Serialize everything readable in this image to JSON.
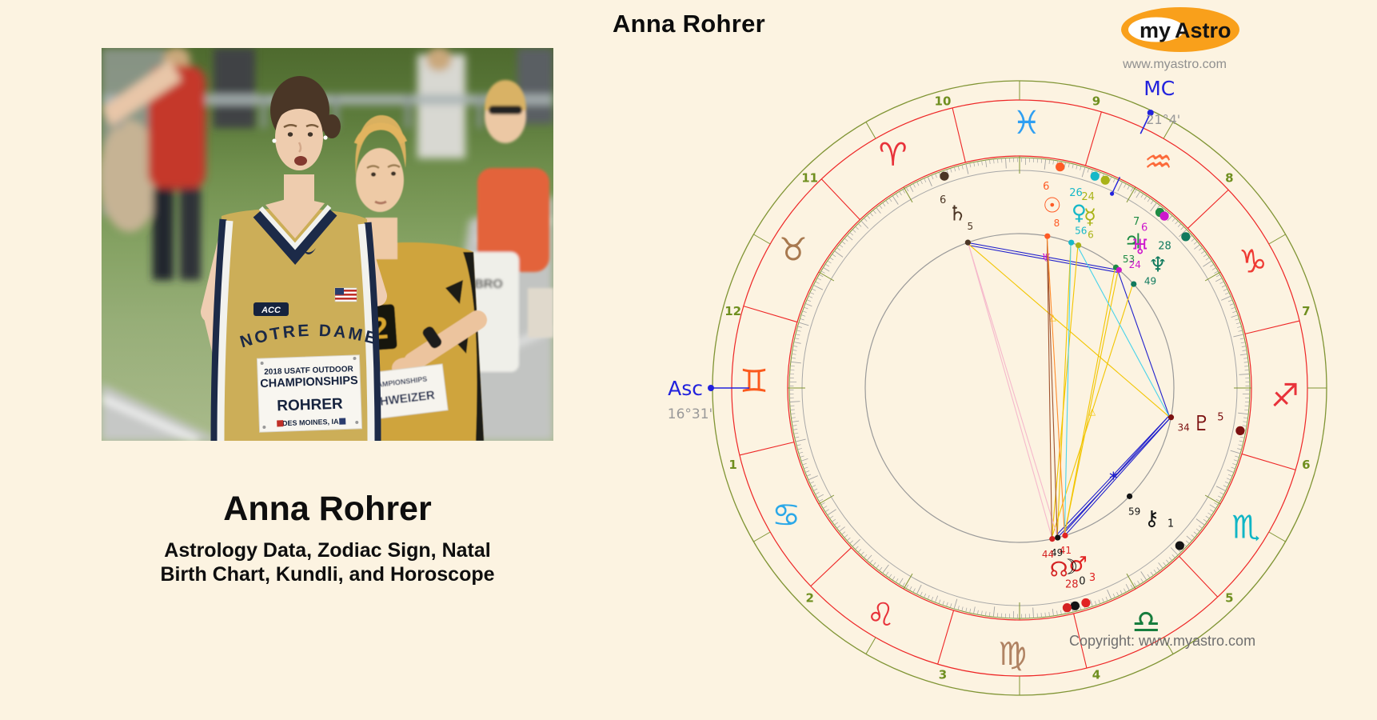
{
  "page": {
    "heading": "Anna Rohrer",
    "copyright": "Copyright: www.myastro.com",
    "background": "#fcf3e1"
  },
  "logo": {
    "my": "my",
    "astro": "Astro",
    "url": "www.myastro.com",
    "orange": "#f9a01b"
  },
  "left": {
    "title": "Anna Rohrer",
    "subtitle_line1": "Astrology Data, Zodiac Sign, Natal",
    "subtitle_line2": "Birth Chart, Kundli, and Horoscope",
    "photo": {
      "jersey": "NOTRE DAME",
      "patch": "ACC",
      "bib_event": "2018 USATF OUTDOOR",
      "bib_event2": "CHAMPIONSHIPS",
      "bib_name": "ROHRER",
      "bib_city": "DES MOINES, IA",
      "bib2_event": "CHAMPIONSHIPS",
      "bib2_name": "SCHWEIZER",
      "jersey2_number": "12",
      "jersey3_text": "BRO"
    }
  },
  "chart": {
    "asc": {
      "label": "Asc",
      "degree": "16°31'",
      "lon": 76.517
    },
    "mc": {
      "label": "MC",
      "degree": "21°4'",
      "lon": 321.067
    },
    "houses": [
      "1",
      "2",
      "3",
      "4",
      "5",
      "6",
      "7",
      "8",
      "9",
      "10",
      "11",
      "12"
    ],
    "signs": [
      {
        "name": "aries",
        "glyph": "♈",
        "color": "#e8323a",
        "start": 0
      },
      {
        "name": "taurus",
        "glyph": "♉",
        "color": "#a8794f",
        "start": 30
      },
      {
        "name": "gemini",
        "glyph": "♊",
        "color": "#fb5a1d",
        "start": 60
      },
      {
        "name": "cancer",
        "glyph": "♋",
        "color": "#2ba8e8",
        "start": 90
      },
      {
        "name": "leo",
        "glyph": "♌",
        "color": "#e8323a",
        "start": 120
      },
      {
        "name": "virgo",
        "glyph": "♍",
        "color": "#b08363",
        "start": 150
      },
      {
        "name": "libra",
        "glyph": "♎",
        "color": "#177d3d",
        "start": 180
      },
      {
        "name": "scorpio",
        "glyph": "♏",
        "color": "#10b5c5",
        "start": 210
      },
      {
        "name": "sagittarius",
        "glyph": "♐",
        "color": "#e8323a",
        "start": 240
      },
      {
        "name": "capricorn",
        "glyph": "♑",
        "color": "#ef3b34",
        "start": 270
      },
      {
        "name": "aquarius",
        "glyph": "♒",
        "color": "#fc6a3a",
        "start": 300
      },
      {
        "name": "pisces",
        "glyph": "♓",
        "color": "#2f9ff2",
        "start": 330
      }
    ],
    "planets": [
      {
        "name": "saturn",
        "glyph": "♄",
        "color": "#4b3524",
        "lon": 6.08,
        "labelLon": 6.1,
        "deg": "6",
        "min": "5"
      },
      {
        "name": "sun",
        "glyph": "☉",
        "color": "#fe5b25",
        "lon": 336.13,
        "labelLon": 336.4,
        "deg": "6",
        "min": "8"
      },
      {
        "name": "venus",
        "glyph": "♀",
        "color": "#16b8c8",
        "lon": 326.93,
        "labelLon": 327.8,
        "deg": "26",
        "min": "56"
      },
      {
        "name": "mercury",
        "glyph": "☿",
        "color": "#a9b318",
        "lon": 324.1,
        "labelLon": 324.2,
        "deg": "24",
        "min": "6"
      },
      {
        "name": "jupiter",
        "glyph": "♃",
        "color": "#1e8c44",
        "lon": 307.88,
        "labelLon": 308.8,
        "deg": "7",
        "min": "53"
      },
      {
        "name": "uranus",
        "glyph": "♅",
        "color": "#cd17cd",
        "lon": 306.4,
        "labelLon": 306.0,
        "deg": "6",
        "min": "24"
      },
      {
        "name": "neptune",
        "glyph": "♆",
        "color": "#107a5e",
        "lon": 298.82,
        "labelLon": 298.3,
        "deg": "28",
        "min": "49"
      },
      {
        "name": "pluto",
        "glyph": "♇",
        "color": "#7c1111",
        "lon": 245.57,
        "labelLon": 245.6,
        "deg": "5",
        "min": "34"
      },
      {
        "name": "chiron",
        "glyph": "⚷",
        "color": "#141414",
        "lon": 211.98,
        "labelLon": 212.0,
        "deg": "1",
        "min": "59"
      },
      {
        "name": "mars",
        "glyph": "♂",
        "color": "#e12222",
        "lon": 183.68,
        "labelLon": 184.9,
        "deg": "3",
        "min": "41"
      },
      {
        "name": "moon",
        "glyph": "☽",
        "color": "#141414",
        "lon": 180.82,
        "labelLon": 181.9,
        "deg": "0",
        "min": "49"
      },
      {
        "name": "node",
        "glyph": "☊",
        "color": "#d42222",
        "lon": 178.73,
        "labelLon": 178.8,
        "deg": "28",
        "min": "44"
      }
    ],
    "aspects": [
      {
        "from": "saturn",
        "to": "uranus",
        "color": "#2020cc",
        "double": true,
        "markers": [
          {
            "glyph": "♅",
            "color": "#cd17cd",
            "t": 0.52,
            "size": 13
          }
        ]
      },
      {
        "from": "moon",
        "to": "pluto",
        "color": "#2020cc",
        "double": true,
        "markers": [
          {
            "glyph": "∗",
            "color": "#2020cc",
            "t": 0.5,
            "size": 16
          }
        ]
      },
      {
        "from": "mars",
        "to": "pluto",
        "color": "#2020cc",
        "double": true
      },
      {
        "from": "uranus",
        "to": "pluto",
        "color": "#2020cc"
      },
      {
        "from": "saturn",
        "to": "pluto",
        "color": "#f2c500",
        "markers": [
          {
            "glyph": "△",
            "color": "#f2c500",
            "t": 0.42,
            "size": 11
          }
        ]
      },
      {
        "from": "node",
        "to": "neptune",
        "color": "#f2c500",
        "markers": [
          {
            "glyph": "△",
            "color": "#f2c500",
            "t": 0.5,
            "size": 11
          }
        ]
      },
      {
        "from": "mars",
        "to": "uranus",
        "color": "#f2c500"
      },
      {
        "from": "mars",
        "to": "jupiter",
        "color": "#f2c500"
      },
      {
        "from": "moon",
        "to": "venus",
        "color": "#f2c500"
      },
      {
        "from": "node",
        "to": "mercury",
        "color": "#f2c500"
      },
      {
        "from": "venus",
        "to": "mars",
        "color": "#49d3ea"
      },
      {
        "from": "mercury",
        "to": "pluto",
        "color": "#49d3ea"
      },
      {
        "from": "saturn",
        "to": "node",
        "color": "#f5b8cb"
      },
      {
        "from": "saturn",
        "to": "moon",
        "color": "#f5b8cb"
      },
      {
        "from": "sun",
        "to": "moon",
        "color": "#a0522d"
      },
      {
        "from": "sun",
        "to": "node",
        "color": "#a0522d"
      },
      {
        "from": "sun",
        "to": "mars",
        "color": "#ff8b2a"
      }
    ],
    "style": {
      "olive": "#7f9433",
      "red": "#ee2525",
      "tick": "#a3a3a3",
      "grayCircle": "#a8a8a8",
      "hub": "#999999",
      "houseNum": "#6f8f1f",
      "blue": "#2222dd",
      "degreeText": "#999999"
    }
  }
}
